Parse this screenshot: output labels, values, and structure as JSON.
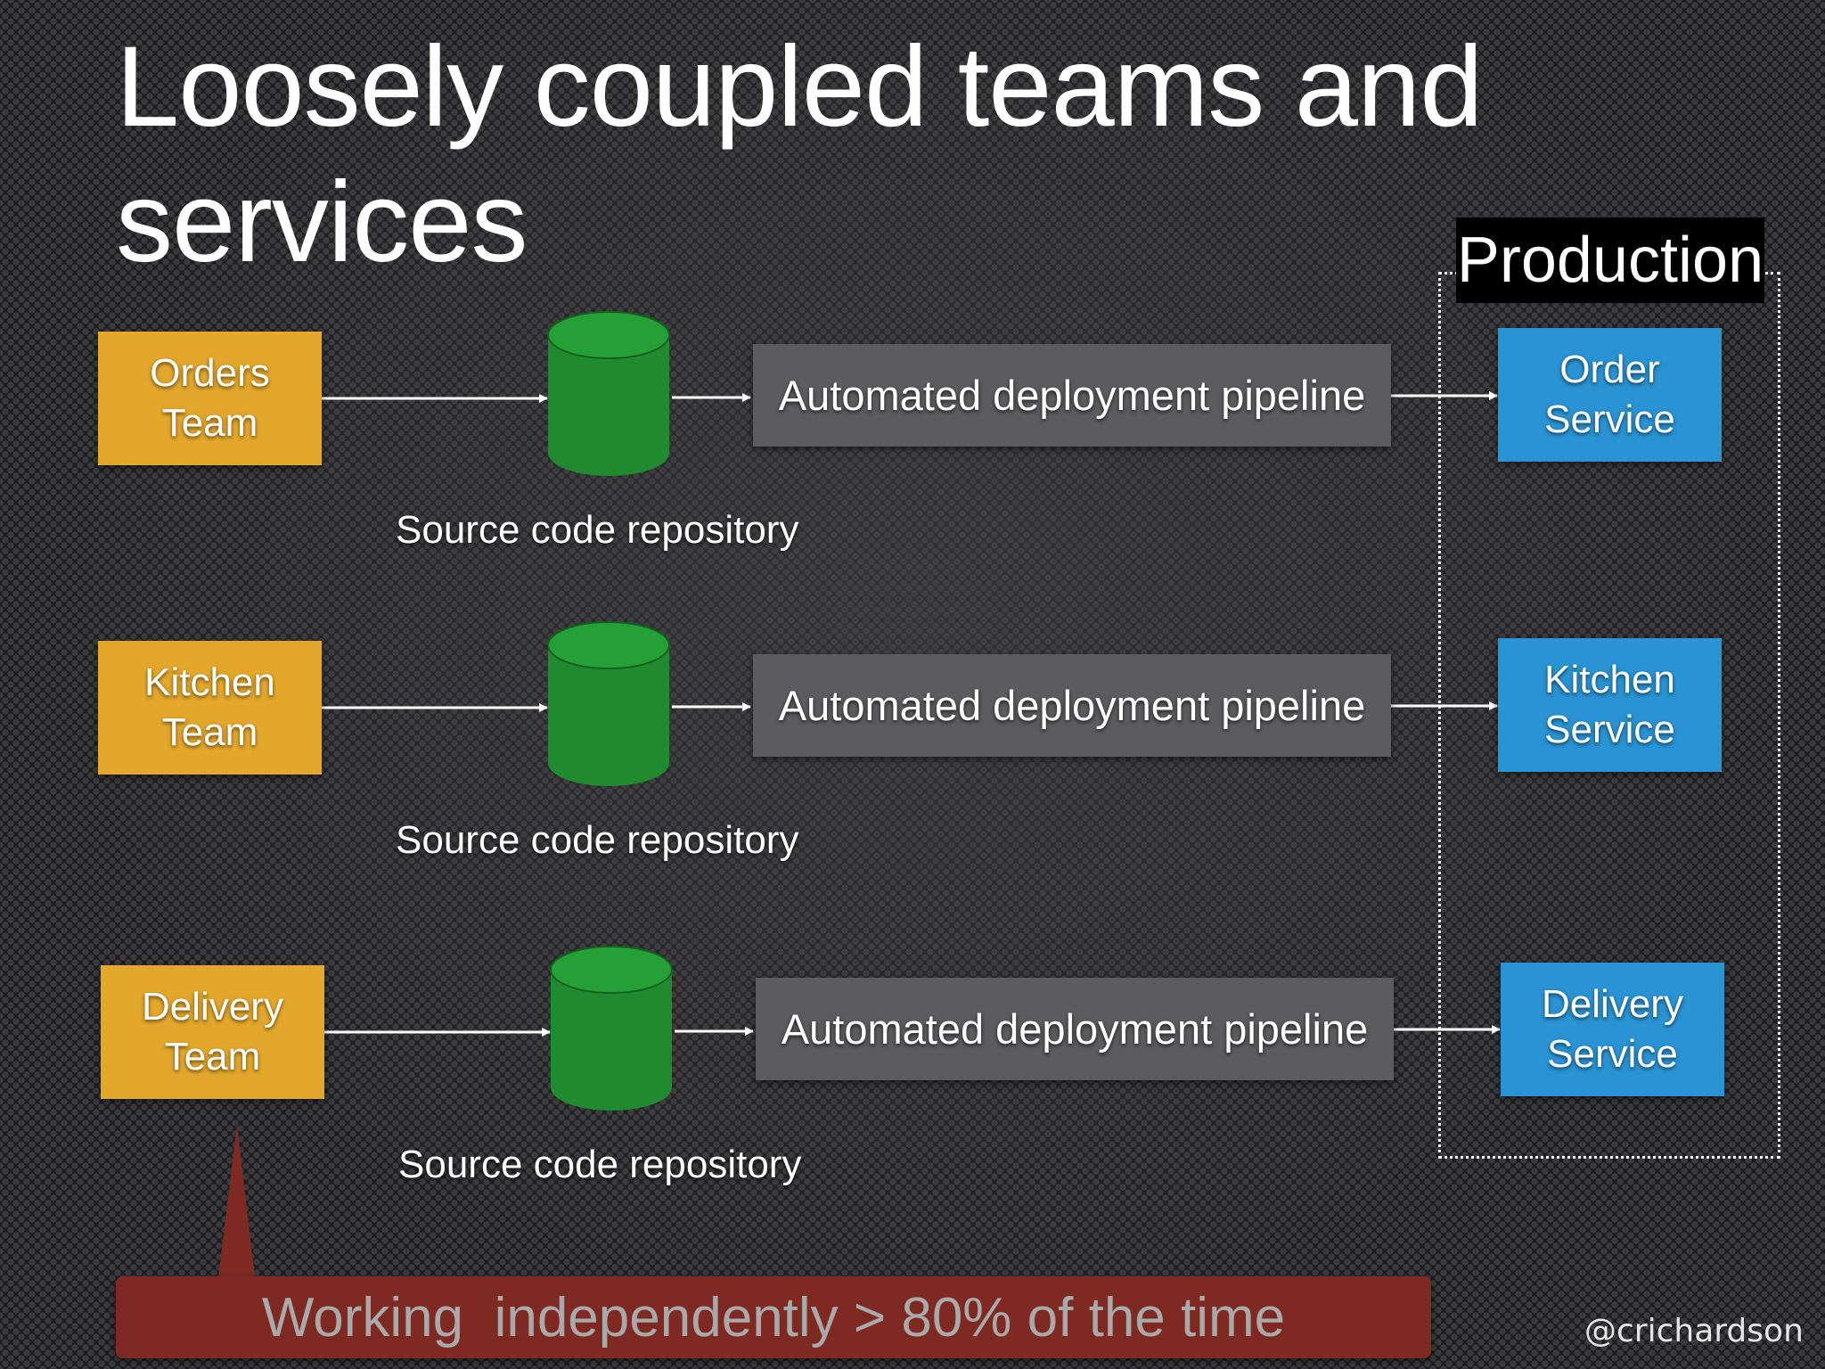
{
  "title": "Loosely coupled teams and services",
  "production_label": "Production",
  "rows": [
    {
      "team": [
        "Orders",
        "Team"
      ],
      "repo_label": "Source code repository",
      "pipeline": "Automated deployment pipeline",
      "service": [
        "Order",
        "Service"
      ]
    },
    {
      "team": [
        "Kitchen",
        "Team"
      ],
      "repo_label": "Source code repository",
      "pipeline": "Automated deployment pipeline",
      "service": [
        "Kitchen",
        "Service"
      ]
    },
    {
      "team": [
        "Delivery",
        "Team"
      ],
      "repo_label": "Source code repository",
      "pipeline": "Automated deployment pipeline",
      "service": [
        "Delivery",
        "Service"
      ]
    }
  ],
  "callout_text": "Working  independently > 80% of the time",
  "handle": "@crichardson",
  "colors": {
    "team": "#e3a72b",
    "service": "#2a93d3",
    "pipeline": "#5c5c5f",
    "repository": "#1f8a2e",
    "callout": "#7e2a23"
  }
}
